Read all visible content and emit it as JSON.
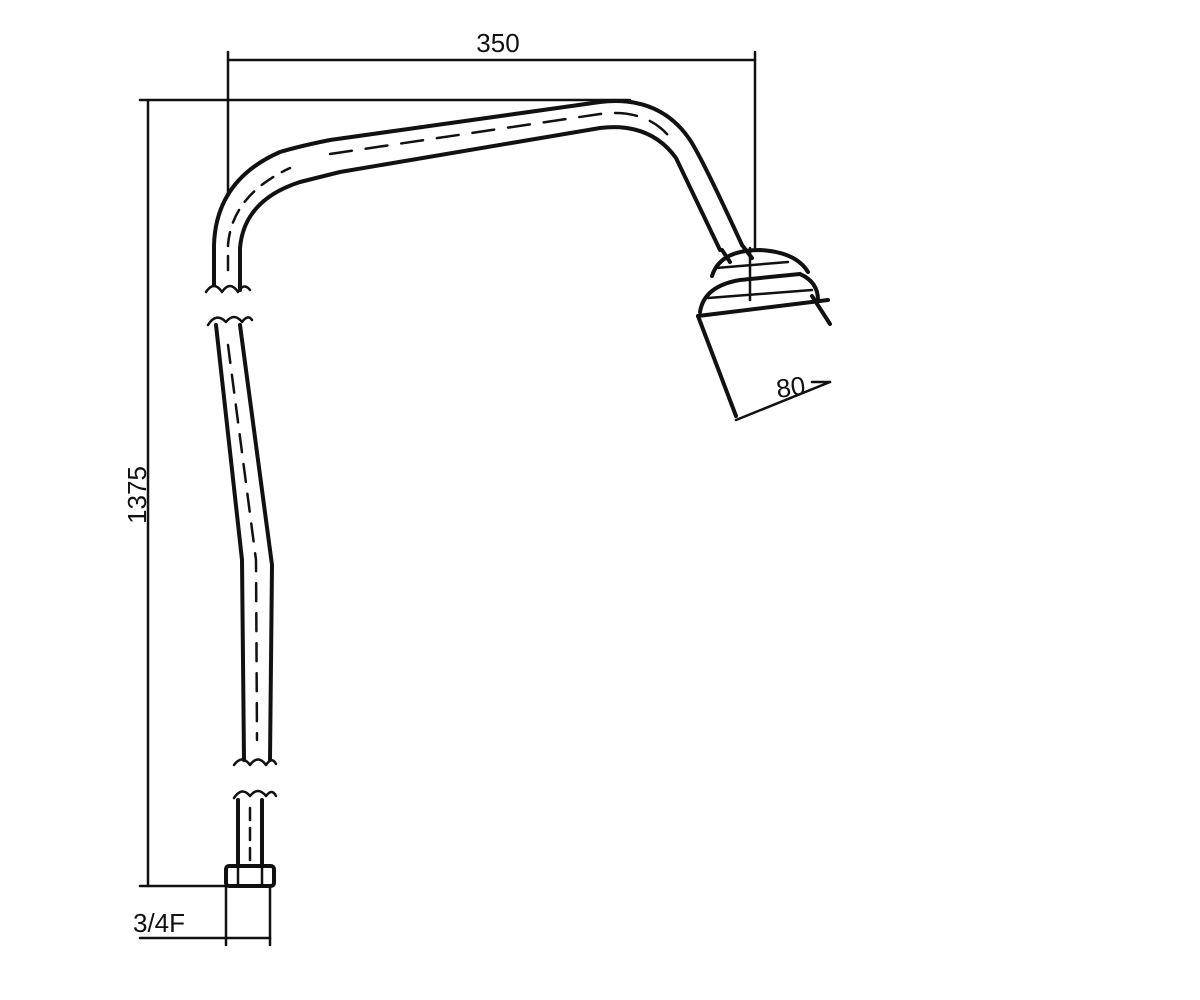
{
  "dimensions": {
    "width_label": "350",
    "height_label": "1375",
    "head_label": "80",
    "connector_label": "3/4F"
  },
  "colors": {
    "ink": "#111111",
    "background": "#ffffff"
  }
}
